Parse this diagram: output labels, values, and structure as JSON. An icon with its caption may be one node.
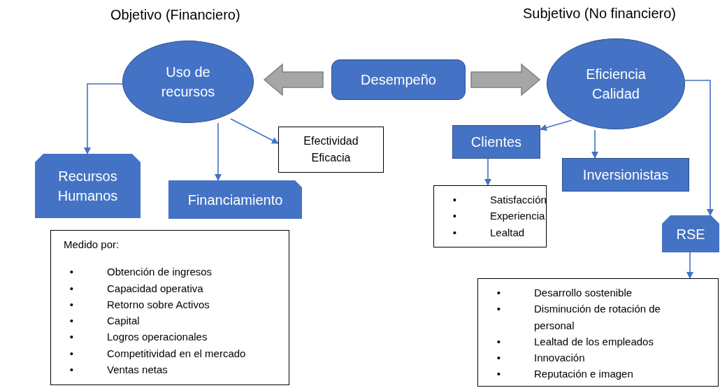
{
  "diagram": {
    "nodes": [
      {
        "text": [
          "Uso de recursos"
        ]
      },
      {
        "text": [
          "Desempeño"
        ]
      },
      {
        "text": [
          "Eficiencia Calidad"
        ]
      },
      {
        "text": [
          "Recursos Humanos"
        ]
      },
      {
        "text": [
          "Financiamiento"
        ]
      },
      {
        "text": [
          "Efectividad Eficacia"
        ]
      },
      {
        "text": [
          "Clientes"
        ]
      },
      {
        "text": [
          "Inversionistas"
        ]
      },
      {
        "text": [
          "•",
          "Satisfacción",
          "•",
          "Experiencia",
          "•",
          "Lealtad"
        ]
      },
      {
        "text": [
          "RSE"
        ]
      },
      {
        "text": [
          "Medido por:",
          "•",
          "Obtención de ingresos",
          "•",
          "Capacidad operativa",
          "•",
          "Retorno sobre Activos",
          "•",
          "Capital",
          "•",
          "Logros operacionales",
          "•",
          "Competitividad en el mercado",
          "•",
          "Ventas netas"
        ]
      },
      {
        "text": [
          "•",
          "Desarrollo sostenible",
          "•",
          "Disminución de rotación de personal",
          "•",
          "Lealtad de los empleados",
          "•",
          "Innovación",
          "•",
          "Reputación e imagen"
        ]
      }
    ],
    "edges": [
      {
        "from": 1,
        "to": 0,
        "arrow": "to",
        "style": "thick",
        "color": "#a6a6a6"
      },
      {
        "from": 1,
        "to": 2,
        "arrow": "to",
        "style": "thick",
        "color": "#a6a6a6"
      },
      {
        "from": 0,
        "to": 3,
        "arrow": "to"
      },
      {
        "from": 0,
        "to": 4,
        "arrow": "to"
      },
      {
        "from": 0,
        "to": 5,
        "arrow": "to"
      },
      {
        "from": 2,
        "to": 6,
        "arrow": "to"
      },
      {
        "from": 2,
        "to": 7,
        "arrow": "to"
      },
      {
        "from": 2,
        "to": 9,
        "arrow": "to"
      },
      {
        "from": 6,
        "to": 8,
        "arrow": "to"
      },
      {
        "from": 9,
        "to": 11,
        "arrow": "to"
      }
    ],
    "labels": [
      "Objetivo (Financiero)",
      "Subjetivo (No financiero)"
    ]
  }
}
